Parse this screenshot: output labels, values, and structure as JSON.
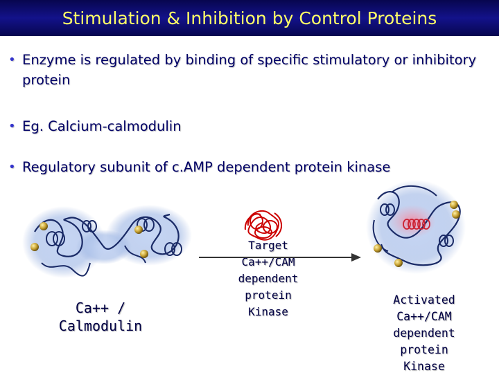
{
  "slide": {
    "title": "Stimulation & Inhibition by Control Proteins",
    "bullets": [
      "Enzyme is regulated by binding of specific stimulatory or inhibitory protein",
      "Eg. Calcium-calmodulin",
      "Regulatory subunit of c.AMP dependent protein kinase"
    ]
  },
  "figure": {
    "calmodulin_label": [
      "Ca++ /",
      "Calmodulin"
    ],
    "target_label": [
      "Target",
      "Ca++/CAM",
      "dependent",
      "protein",
      "Kinase"
    ],
    "activated_label": [
      "Activated",
      "Ca++/CAM",
      "dependent",
      "protein",
      "Kinase"
    ]
  },
  "colors": {
    "title_background": "#0a0968",
    "title_text": "#ffff66",
    "body_text": "#000066",
    "bullet": "#3333cc",
    "arrow": "#333333",
    "target_coil": "#cc0000"
  }
}
